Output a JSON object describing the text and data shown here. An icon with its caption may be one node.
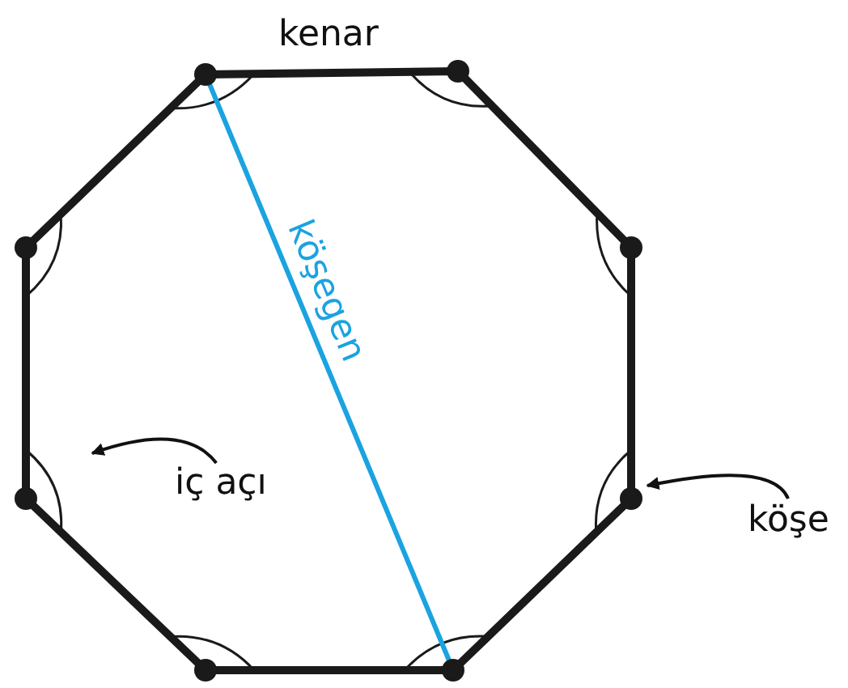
{
  "diagram": {
    "nodes": [
      {
        "text": [
          "iç açı"
        ]
      },
      {
        "text": [
          "köşe"
        ]
      },
      {
        "text": [],
        "shape": "circle"
      }
    ],
    "edges": [
      {
        "from": 0,
        "to": null,
        "arrow": "to"
      },
      {
        "from": 1,
        "to": 2,
        "arrow": "to"
      }
    ],
    "labels": [
      "kenar",
      "köşegen"
    ]
  }
}
